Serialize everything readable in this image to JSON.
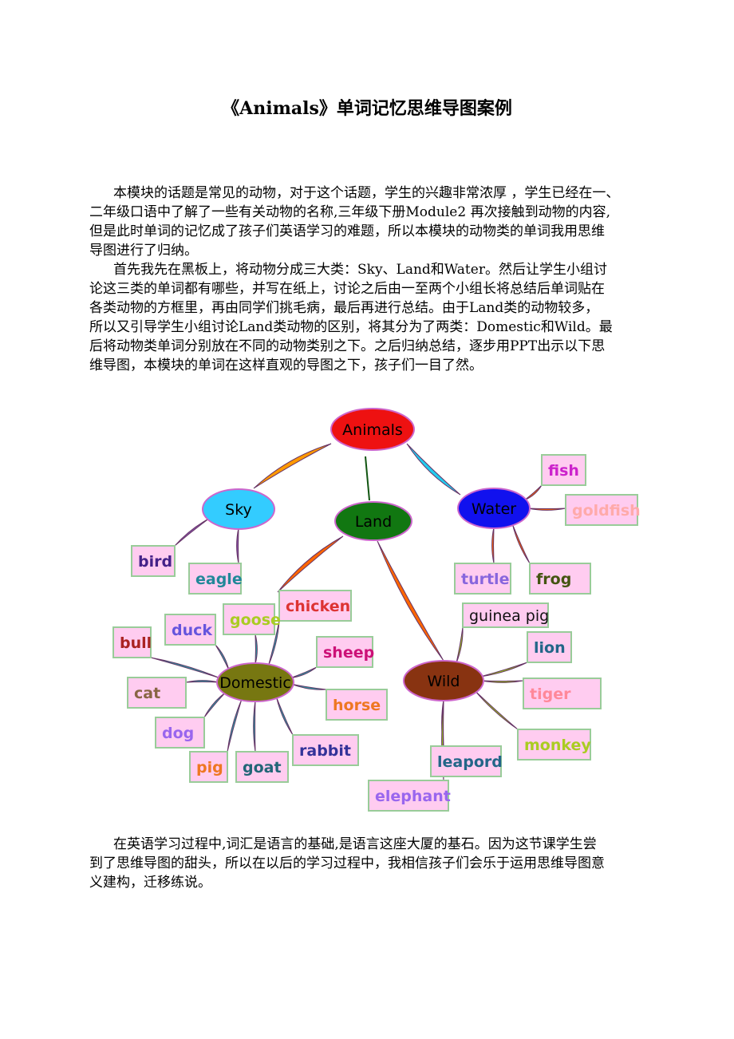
{
  "title": "《Animals》单词记忆思维导图案例",
  "intro_lines": [
    "本模块的话题是常见的动物，对于这个话题，学生的兴趣非常浓厚 ，学生已经在一、",
    "二年级口语中了解了一些有关动物的名称,三年级下册Module2 再次接触到动物的内容,",
    "但是此时单词的记忆成了孩子们英语学习的难题，所以本模块的动物类的单词我用思维",
    "导图进行了归纳。",
    "首先我先在黑板上，将动物分成三大类：Sky、Land和Water。然后让学生小组讨",
    "论这三类的单词都有哪些，并写在纸上，讨论之后由一至两个小组长将总结后单词贴在",
    "各类动物的方框里，再由同学们挑毛病，最后再进行总结。由于Land类的动物较多，",
    "所以又引导学生小组讨论Land类动物的区别，将其分为了两类：Domestic和Wild。最",
    "后将动物类单词分别放在不同的动物类别之下。之后归纳总结，逐步用PPT出示以下思",
    "维导图，本模块的单词在这样直观的导图之下，孩子们一目了然。"
  ],
  "closing_lines": [
    "在英语学习过程中,词汇是语言的基础,是语言这座大厦的基石。因为这节课学生尝",
    "到了思维导图的甜头，所以在以后的学习过程中，我相信孩子们会乐于运用思维导图意",
    "义建构，迁移练说。"
  ],
  "mindmap": {
    "nodes": [
      {
        "id": "animals",
        "label": "Animals",
        "fill": "#ee1111"
      },
      {
        "id": "sky",
        "label": "Sky",
        "fill": "#33ccff"
      },
      {
        "id": "land",
        "label": "Land",
        "fill": "#117711"
      },
      {
        "id": "water",
        "label": "Water",
        "fill": "#1111ee"
      },
      {
        "id": "domestic",
        "label": "Domestic",
        "fill": "#777711"
      },
      {
        "id": "wild",
        "label": "Wild",
        "fill": "#883311"
      }
    ],
    "leaves": [
      {
        "label": "fish",
        "parent": "water",
        "color": "#cc22cc"
      },
      {
        "label": "goldfish",
        "parent": "water",
        "color": "#ffaaaa"
      },
      {
        "label": "turtle",
        "parent": "water",
        "color": "#8866dd"
      },
      {
        "label": "frog",
        "parent": "water",
        "color": "#445511"
      },
      {
        "label": "bird",
        "parent": "sky",
        "color": "#442288"
      },
      {
        "label": "eagle",
        "parent": "sky",
        "color": "#228899"
      },
      {
        "label": "chicken",
        "parent": "domestic",
        "color": "#dd3333"
      },
      {
        "label": "goose",
        "parent": "domestic",
        "color": "#aacc22"
      },
      {
        "label": "duck",
        "parent": "domestic",
        "color": "#6655dd"
      },
      {
        "label": "bull",
        "parent": "domestic",
        "color": "#aa2222"
      },
      {
        "label": "sheep",
        "parent": "domestic",
        "color": "#cc1177"
      },
      {
        "label": "horse",
        "parent": "domestic",
        "color": "#ee7722"
      },
      {
        "label": "cat",
        "parent": "domestic",
        "color": "#886644"
      },
      {
        "label": "dog",
        "parent": "domestic",
        "color": "#9966ee"
      },
      {
        "label": "pig",
        "parent": "domestic",
        "color": "#ee7722"
      },
      {
        "label": "goat",
        "parent": "domestic",
        "color": "#226677"
      },
      {
        "label": "rabbit",
        "parent": "domestic",
        "color": "#333399"
      },
      {
        "label": "guinea pig",
        "parent": "wild",
        "color": "#111111"
      },
      {
        "label": "lion",
        "parent": "wild",
        "color": "#226688"
      },
      {
        "label": "tiger",
        "parent": "wild",
        "color": "#ff8899"
      },
      {
        "label": "monkey",
        "parent": "wild",
        "color": "#aacc22"
      },
      {
        "label": "leapord",
        "parent": "wild",
        "color": "#226688"
      },
      {
        "label": "elephant",
        "parent": "wild",
        "color": "#9966ee"
      }
    ]
  }
}
